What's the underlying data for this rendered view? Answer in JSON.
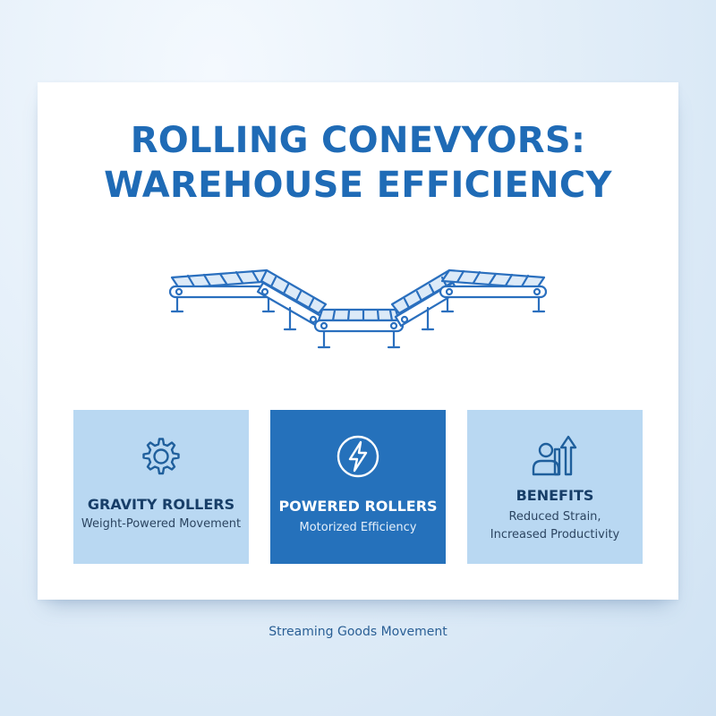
{
  "title": {
    "line1": "ROLLING CONEVYORS:",
    "line2": "WAREHOUSE EFFICIENCY"
  },
  "illustration": {
    "icon": "roller-conveyor-icon"
  },
  "tiles": [
    {
      "icon": "gear-icon",
      "title": "GRAVITY ROLLERS",
      "subtitle": [
        "Weight-Powered Movement"
      ]
    },
    {
      "icon": "lightning-bolt-icon",
      "title": "POWERED ROLLERS",
      "subtitle": [
        "Motorized Efficiency"
      ]
    },
    {
      "icon": "person-arrow-up-icon",
      "title": "BENEFITS",
      "subtitle": [
        "Reduced Strain,",
        "Increased Productivity"
      ]
    }
  ],
  "caption": "Streaming Goods Movement",
  "colors": {
    "primary": "#1f6bb6",
    "tile_light": "#b9d8f2",
    "tile_dark": "#2571bb",
    "text_dark": "#173e68"
  }
}
